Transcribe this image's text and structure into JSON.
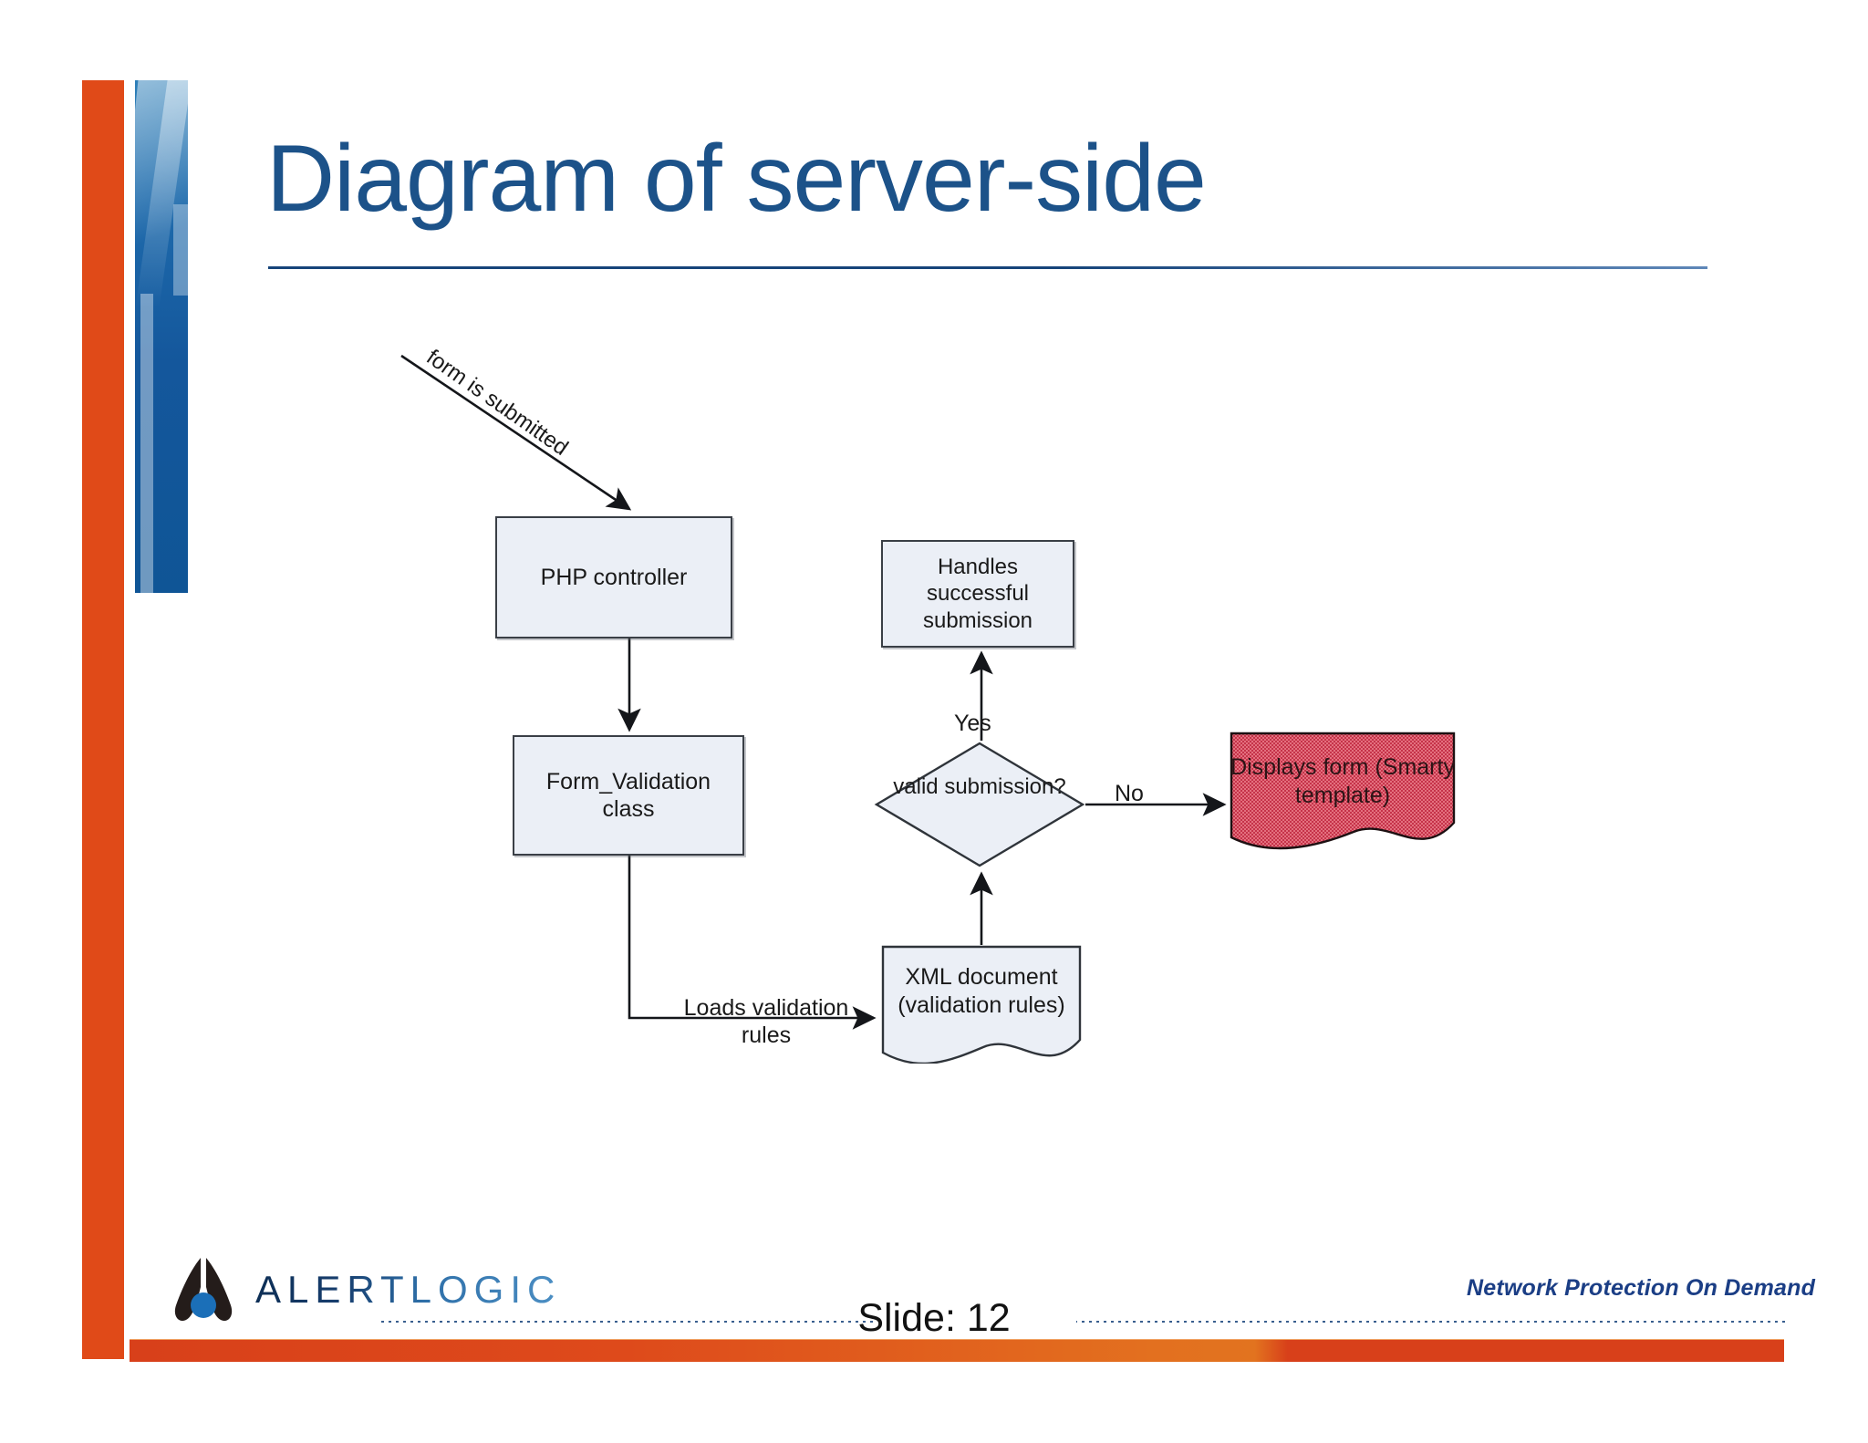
{
  "slide": {
    "title": "Diagram of server-side",
    "slide_label": "Slide:  12",
    "accent_orange": "#E04A18",
    "accent_blue": "#1C5289"
  },
  "footer": {
    "logo_alert": "ALERT",
    "logo_logic": "LOGIC",
    "tagline": "Network Protection On Demand"
  },
  "diagram": {
    "nodes": [
      {
        "id": "php",
        "label": "PHP controller",
        "shape": "process",
        "fill": "#EBEFF6"
      },
      {
        "id": "formval",
        "label_line1": "Form_Validation",
        "label_line2": "class",
        "shape": "process",
        "fill": "#EBEFF6"
      },
      {
        "id": "handles",
        "label_line1": "Handles",
        "label_line2": "successful",
        "label_line3": "submission",
        "shape": "process",
        "fill": "#EBEFF6"
      },
      {
        "id": "valid",
        "label_line1": "valid",
        "label_line2": "submission?",
        "shape": "decision",
        "fill": "#EBEFF6"
      },
      {
        "id": "xml",
        "label_line1": "XML document",
        "label_line2": "(validation rules)",
        "shape": "document",
        "fill": "#EBEFF6"
      },
      {
        "id": "smarty",
        "label_line1": "Displays form",
        "label_line2": "(Smarty template)",
        "shape": "document",
        "fill": "#D9465E"
      }
    ],
    "edges": [
      {
        "id": "submit",
        "label": "form is submitted",
        "from": "start",
        "to": "php"
      },
      {
        "id": "e1",
        "label": "",
        "from": "php",
        "to": "formval"
      },
      {
        "id": "e2",
        "label": "Loads validation\nrules",
        "label_line1": "Loads validation",
        "label_line2": "rules",
        "from": "formval",
        "to": "xml"
      },
      {
        "id": "e3",
        "label": "",
        "from": "xml",
        "to": "valid"
      },
      {
        "id": "e4",
        "label": "Yes",
        "from": "valid",
        "to": "handles"
      },
      {
        "id": "e5",
        "label": "No",
        "from": "valid",
        "to": "smarty"
      }
    ],
    "edge_labels": {
      "form_submitted": "form is submitted",
      "yes": "Yes",
      "no": "No",
      "loads_line1": "Loads validation",
      "loads_line2": "rules"
    }
  }
}
